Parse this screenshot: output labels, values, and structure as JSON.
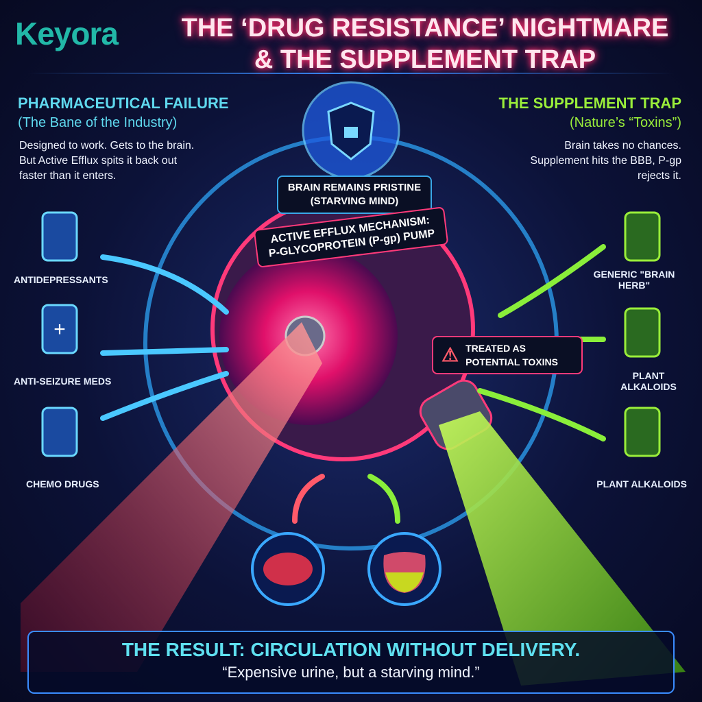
{
  "brand": {
    "logo": "Keyora"
  },
  "title": {
    "line1": "THE ‘DRUG RESISTANCE’ NIGHTMARE",
    "line2": "& THE SUPPLEMENT TRAP"
  },
  "left": {
    "heading": "PHARMACEUTICAL FAILURE",
    "subheading": "(The Bane of the Industry)",
    "body": "Designed to work. Gets to the brain. But Active Efflux spits it back out faster than it enters.",
    "items": [
      {
        "label": "ANTIDEPRESSANTS",
        "icon": "pill-bottle-icon"
      },
      {
        "label": "ANTI-SEIZURE MEDS",
        "icon": "medical-cross-bottle-icon"
      },
      {
        "label": "CHEMO DRUGS",
        "icon": "pill-bottle-icon"
      }
    ]
  },
  "right": {
    "heading": "THE SUPPLEMENT TRAP",
    "subheading": "(Nature’s “Toxins”)",
    "body": "Brain takes no chances. Supplement hits the BBB, P-gp rejects it.",
    "items": [
      {
        "label": "GENERIC \"BRAIN HERB\"",
        "icon": "leaf-bottle-icon"
      },
      {
        "label": "PLANT ALKALOIDS",
        "icon": "leaf-bottle-icon"
      },
      {
        "label": "PLANT ALKALOIDS",
        "icon": "leaf-bottle-icon"
      }
    ]
  },
  "center": {
    "brain_line1": "BRAIN REMAINS PRISTINE",
    "brain_line2": "(STARVING MIND)",
    "efflux_line1": "ACTIVE EFFLUX MECHANISM:",
    "efflux_line2": "P-GLYCOPROTEIN (P-gp) PUMP",
    "toxin_line1": "TREATED AS",
    "toxin_line2": "POTENTIAL TOXINS"
  },
  "result": {
    "title": "THE RESULT: CIRCULATION WITHOUT DELIVERY.",
    "quote": "“Expensive urine, but a starving mind.”"
  },
  "colors": {
    "cyan": "#5fd8ee",
    "green": "#9aee3a",
    "pink": "#ff3a7a",
    "background": "#0c1238"
  }
}
